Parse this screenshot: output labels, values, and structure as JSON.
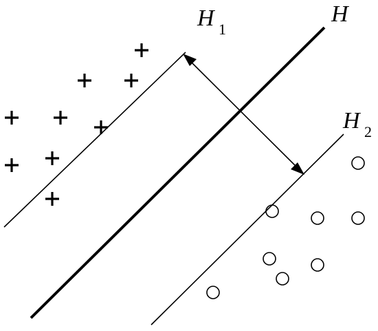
{
  "labels": {
    "main_hyperplane": "H",
    "margin_upper": "H",
    "margin_upper_sub": "1",
    "margin_lower": "H",
    "margin_lower_sub": "2"
  },
  "colors": {
    "stroke": "#000000",
    "background": "#ffffff"
  },
  "legend": {
    "positive_class_icon": "plus-icon",
    "negative_class_icon": "circle-icon"
  }
}
